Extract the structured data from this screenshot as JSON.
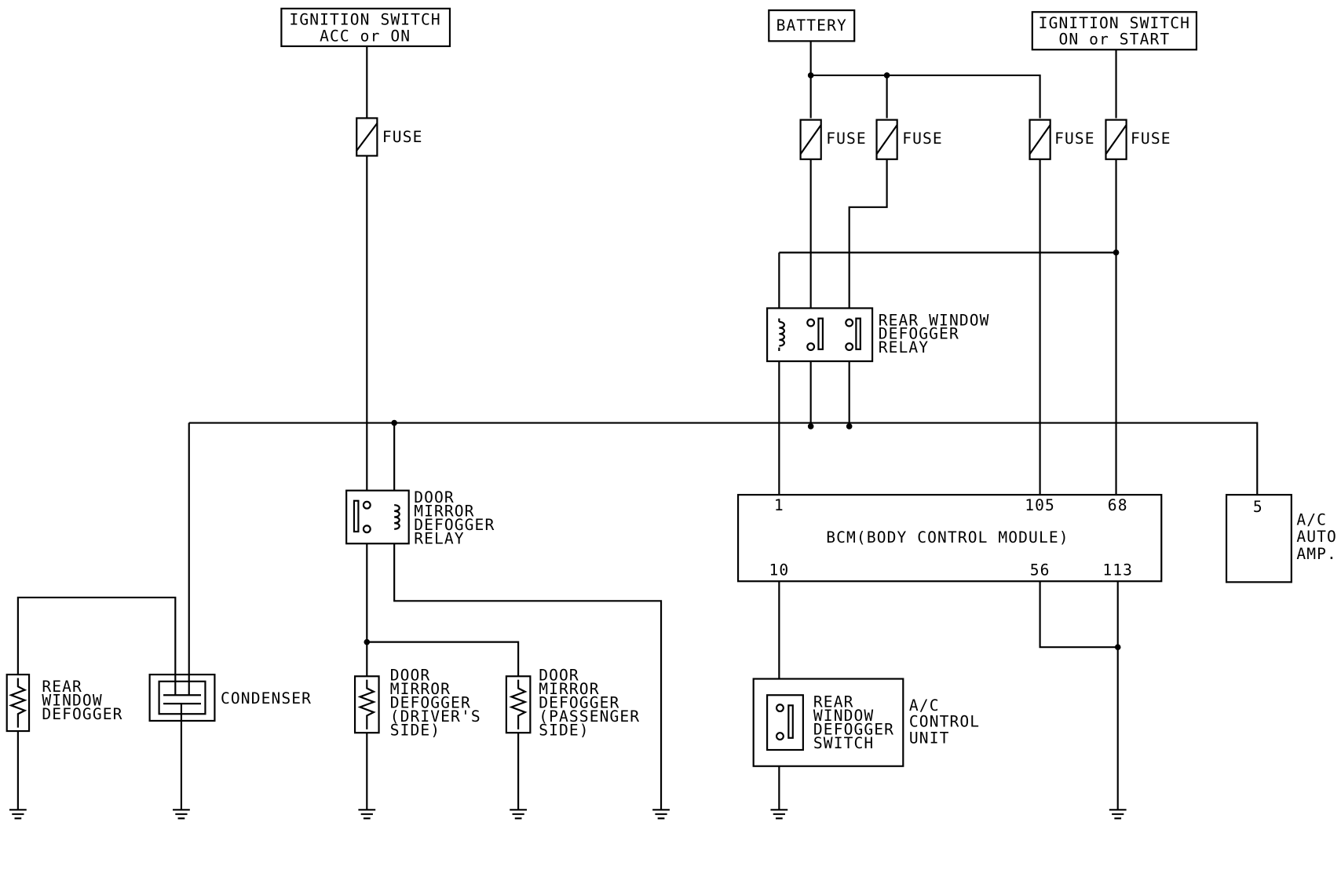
{
  "sources": {
    "ign_acc": [
      "IGNITION SWITCH",
      "ACC or ON"
    ],
    "battery": "BATTERY",
    "ign_start": [
      "IGNITION SWITCH",
      "ON or START"
    ]
  },
  "fuse_label": "FUSE",
  "relays": {
    "rear_defogger": [
      "REAR WINDOW",
      "DEFOGGER",
      "RELAY"
    ],
    "door_mirror": [
      "DOOR",
      "MIRROR",
      "DEFOGGER",
      "RELAY"
    ]
  },
  "bcm": {
    "title": "BCM(BODY CONTROL MODULE)",
    "pins_top": [
      "1",
      "105",
      "68"
    ],
    "pins_bottom": [
      "10",
      "56",
      "113"
    ]
  },
  "ac_amp": {
    "pin": "5",
    "label": [
      "A/C",
      "AUTO",
      "AMP."
    ]
  },
  "loads": {
    "rear_defogger": [
      "REAR",
      "WINDOW",
      "DEFOGGER"
    ],
    "condenser": "CONDENSER",
    "mirror_driver": [
      "DOOR",
      "MIRROR",
      "DEFOGGER",
      "(DRIVER'S",
      " SIDE)"
    ],
    "mirror_passenger": [
      "DOOR",
      "MIRROR",
      "DEFOGGER",
      "(PASSENGER",
      " SIDE)"
    ]
  },
  "switch": {
    "label": [
      "REAR",
      "WINDOW",
      "DEFOGGER",
      "SWITCH"
    ],
    "unit": [
      "A/C",
      "CONTROL",
      "UNIT"
    ]
  }
}
